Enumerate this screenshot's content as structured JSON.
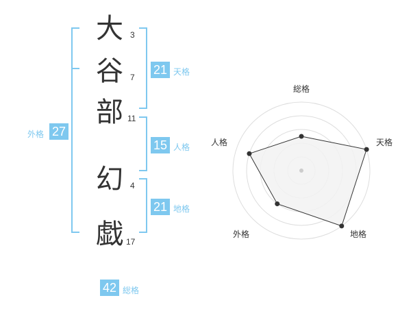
{
  "name": {
    "characters": [
      {
        "char": "大",
        "strokes": "3"
      },
      {
        "char": "谷",
        "strokes": "7"
      },
      {
        "char": "部",
        "strokes": "11"
      },
      {
        "char": "幻",
        "strokes": "4"
      },
      {
        "char": "戯",
        "strokes": "17"
      }
    ]
  },
  "fortunes": {
    "tenkaku": {
      "value": "21",
      "label": "天格"
    },
    "jinkaku": {
      "value": "15",
      "label": "人格"
    },
    "chikaku": {
      "value": "21",
      "label": "地格"
    },
    "gaikaku": {
      "value": "27",
      "label": "外格"
    },
    "soukaku": {
      "value": "42",
      "label": "総格"
    }
  },
  "radar": {
    "axes": [
      "総格",
      "天格",
      "地格",
      "外格",
      "人格"
    ],
    "levels": 5,
    "values": [
      0.5,
      1.0,
      1.0,
      0.6,
      0.8
    ],
    "colors": {
      "fill": "#f2f2f2",
      "stroke": "#333333",
      "grid": "#dddddd",
      "center": "#cccccc"
    }
  },
  "colors": {
    "accent": "#7ec8ef",
    "text": "#333333"
  }
}
